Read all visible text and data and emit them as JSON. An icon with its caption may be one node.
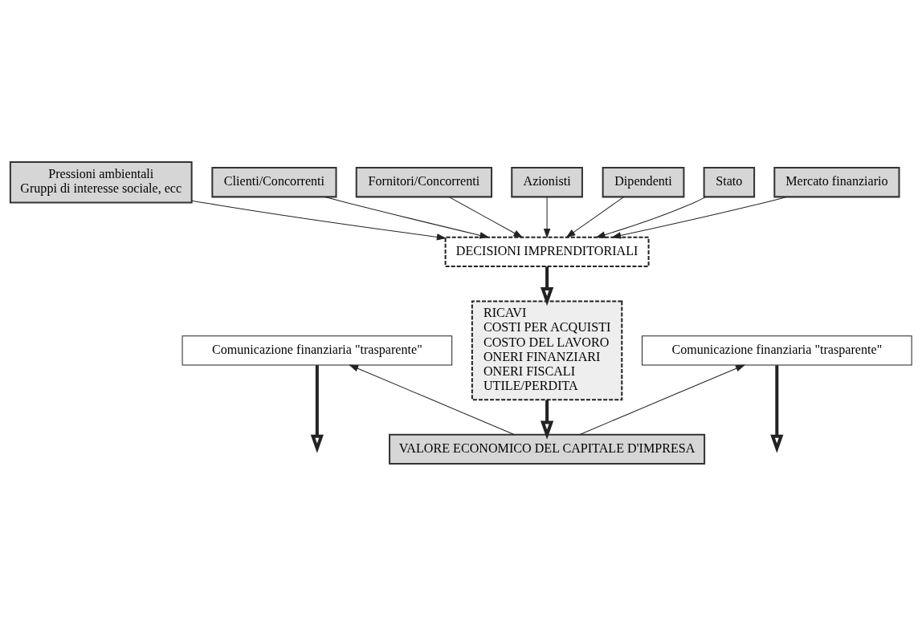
{
  "diagram": {
    "nodes": [
      {
        "text": [
          "Pressioni ambientali",
          "Gruppi di interesse sociale, ecc"
        ]
      },
      {
        "text": [
          "Clienti/Concorrenti"
        ]
      },
      {
        "text": [
          "Fornitori/Concorrenti"
        ]
      },
      {
        "text": [
          "Azionisti"
        ]
      },
      {
        "text": [
          "Dipendenti"
        ]
      },
      {
        "text": [
          "Stato"
        ]
      },
      {
        "text": [
          "Mercato finanziario"
        ]
      },
      {
        "text": [
          "DECISIONI IMPRENDITORIALI"
        ]
      },
      {
        "text": [
          "RICAVI",
          "COSTI PER ACQUISTI",
          "COSTO DEL LAVORO",
          "ONERI FINANZIARI",
          "ONERI FISCALI",
          "UTILE/PERDITA"
        ]
      },
      {
        "text": [
          "Comunicazione finanziaria \"trasparente\""
        ]
      },
      {
        "text": [
          "Comunicazione finanziaria \"trasparente\""
        ]
      },
      {
        "text": [
          "VALORE ECONOMICO DEL CAPITALE D'IMPRESA"
        ]
      }
    ],
    "edges": [
      {
        "from": 0,
        "to": 7,
        "arrow": "to"
      },
      {
        "from": 1,
        "to": 7,
        "arrow": "to"
      },
      {
        "from": 2,
        "to": 7,
        "arrow": "to"
      },
      {
        "from": 3,
        "to": 7,
        "arrow": "to"
      },
      {
        "from": 4,
        "to": 7,
        "arrow": "to"
      },
      {
        "from": 5,
        "to": 7,
        "arrow": "to"
      },
      {
        "from": 6,
        "to": 7,
        "arrow": "to"
      },
      {
        "from": 7,
        "to": 8,
        "arrow": "to",
        "style": "thick"
      },
      {
        "from": 8,
        "to": 11,
        "arrow": "to",
        "style": "thick"
      },
      {
        "from": 11,
        "to": 9,
        "arrow": "to"
      },
      {
        "from": 11,
        "to": 10,
        "arrow": "to"
      },
      {
        "from": 9,
        "to": null,
        "arrow": "to",
        "style": "thick"
      },
      {
        "from": 10,
        "to": null,
        "arrow": "to",
        "style": "thick"
      }
    ]
  }
}
